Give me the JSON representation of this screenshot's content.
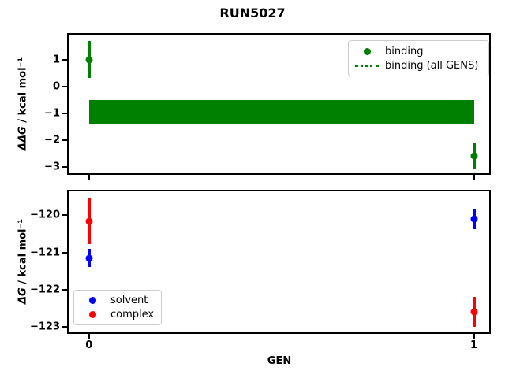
{
  "figure": {
    "title": "RUN5027",
    "xlabel": "GEN",
    "background": "#ffffff"
  },
  "colors": {
    "binding": "#008000",
    "solvent": "#0000ff",
    "complex": "#ff0000",
    "frame": "#000000",
    "legend_border": "#cccccc"
  },
  "chart_data": [
    {
      "type": "scatter",
      "panel": "top",
      "ylabel": "ΔΔG / kcal mol⁻¹",
      "ylabel_math": "ΔΔG",
      "ylabel_units": " / kcal mol⁻¹",
      "xlim": [
        -0.055,
        1.042
      ],
      "ylim": [
        -3.27,
        1.96
      ],
      "xticks": [
        0,
        1
      ],
      "xticklabels": [],
      "yticks": [
        1,
        0,
        -1,
        -2,
        -3
      ],
      "yticklabels": [
        "1",
        "0",
        "−1",
        "−2",
        "−3"
      ],
      "grid": false,
      "series": [
        {
          "name": "binding",
          "color": "#008000",
          "x": [
            0,
            1
          ],
          "y": [
            1.0,
            -2.6
          ],
          "yerr": [
            0.7,
            0.5
          ]
        }
      ],
      "band": {
        "name": "binding (all GENS)",
        "color": "#008000",
        "x_range": [
          0,
          1
        ],
        "y_center": -0.97,
        "y_half_width": 0.46
      },
      "legend": {
        "location": "upper right",
        "entries": [
          {
            "label": "binding",
            "marker": "circle",
            "color": "#008000"
          },
          {
            "label": "binding (all GENS)",
            "marker": "dotted-line",
            "color": "#008000"
          }
        ]
      }
    },
    {
      "type": "scatter",
      "panel": "bottom",
      "ylabel": "ΔG / kcal mol⁻¹",
      "ylabel_math": "ΔG",
      "ylabel_units": " / kcal mol⁻¹",
      "xlim": [
        -0.055,
        1.042
      ],
      "ylim": [
        -123.18,
        -119.33
      ],
      "xticks": [
        0,
        1
      ],
      "xticklabels": [
        "0",
        "1"
      ],
      "yticks": [
        -120,
        -121,
        -122,
        -123
      ],
      "yticklabels": [
        "−120",
        "−121",
        "−122",
        "−123"
      ],
      "grid": false,
      "series": [
        {
          "name": "solvent",
          "color": "#0000ff",
          "x": [
            0,
            1
          ],
          "y": [
            -121.15,
            -120.1
          ],
          "yerr": [
            0.25,
            0.28
          ]
        },
        {
          "name": "complex",
          "color": "#ff0000",
          "x": [
            0,
            1
          ],
          "y": [
            -120.15,
            -122.6
          ],
          "yerr": [
            0.63,
            0.4
          ]
        }
      ],
      "legend": {
        "location": "lower left",
        "entries": [
          {
            "label": "solvent",
            "marker": "circle",
            "color": "#0000ff"
          },
          {
            "label": "complex",
            "marker": "circle",
            "color": "#ff0000"
          }
        ]
      }
    }
  ]
}
